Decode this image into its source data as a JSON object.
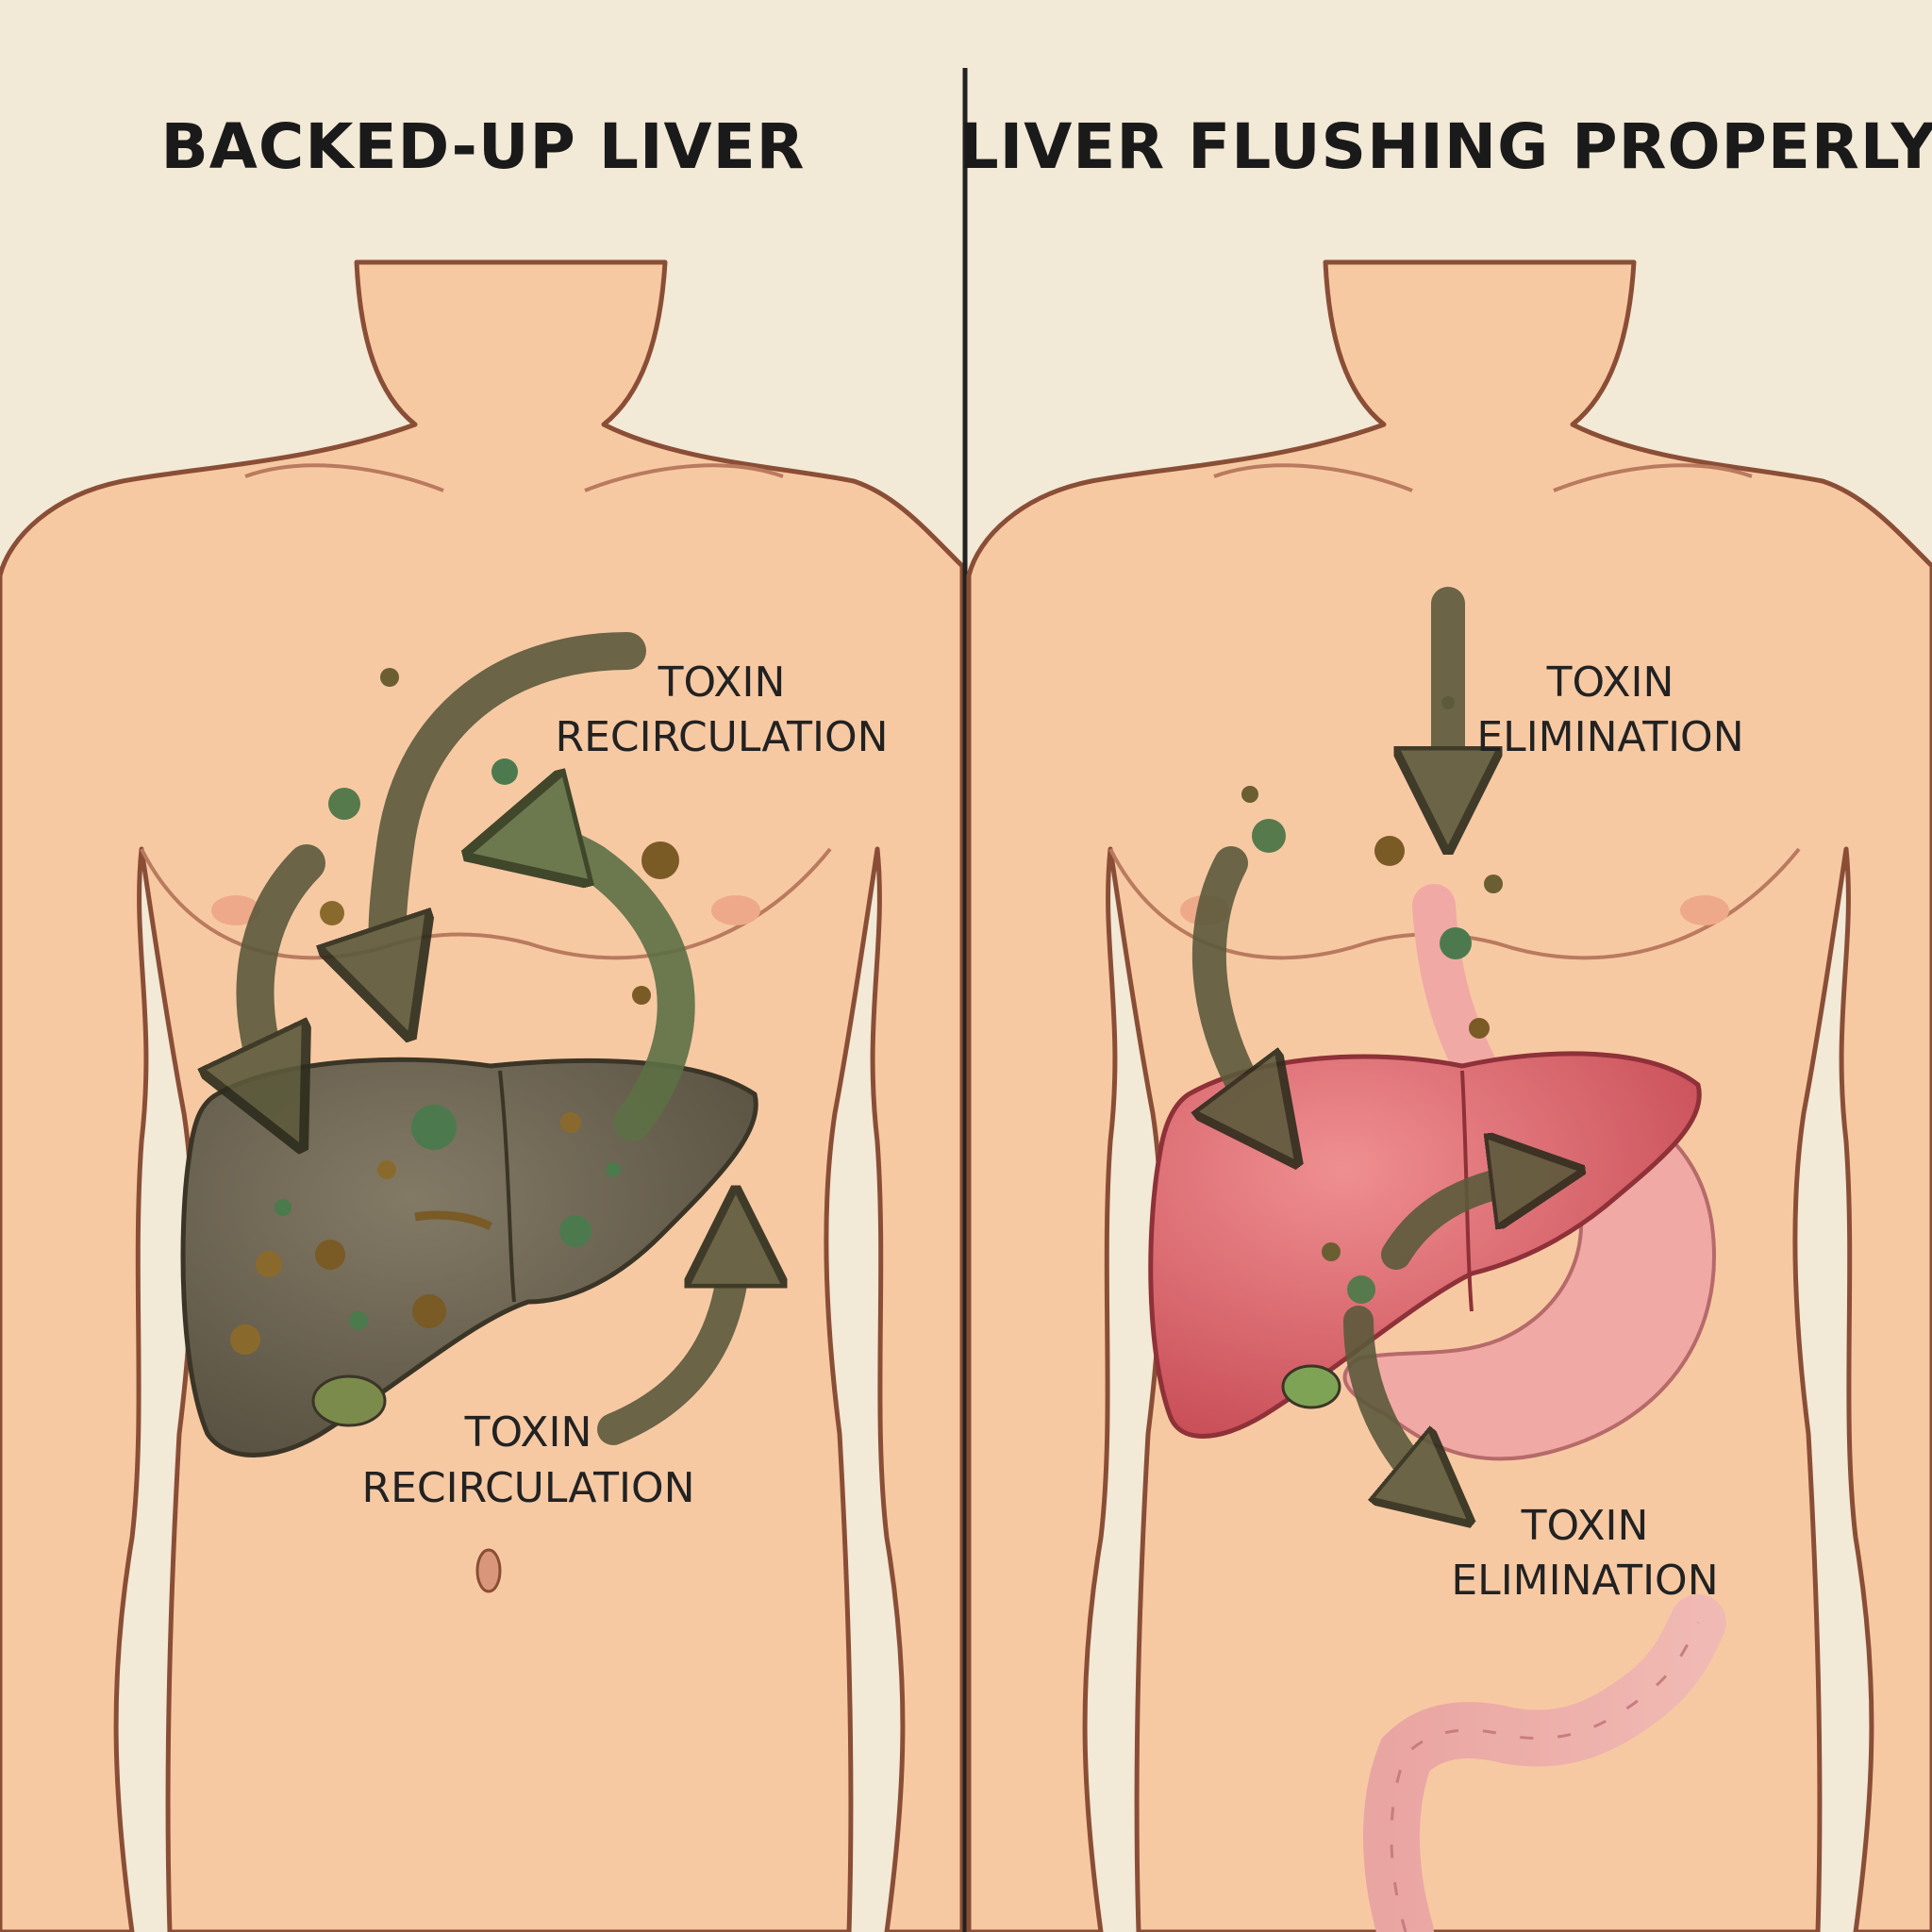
{
  "panels": {
    "left": {
      "title": "BACKED-UP LIVER",
      "label_top": [
        "TOXIN",
        "RECIRCULATION"
      ],
      "label_bottom": [
        "TOXIN",
        "RECIRCULATION"
      ]
    },
    "right": {
      "title": "LIVER FLUSHING PROPERLY",
      "label_top": [
        "TOXIN",
        "ELIMINATION"
      ],
      "label_bottom": [
        "TOXIN",
        "ELIMINATION"
      ]
    }
  },
  "colors": {
    "background": "#f2e9d6",
    "skin": "#f7c9a3",
    "skin_outline": "#8a4e36",
    "congested_liver": "#6d6452",
    "healthy_liver": "#d9656c",
    "toxin_arrow": "#5c5a3c",
    "divider": "#222222"
  }
}
